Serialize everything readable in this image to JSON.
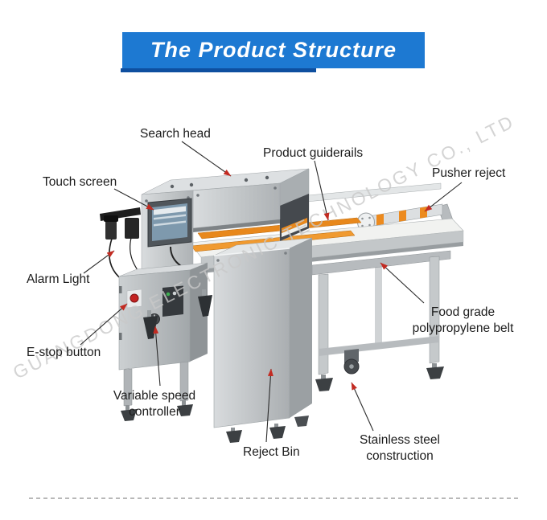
{
  "banner": {
    "title": "The Product Structure"
  },
  "watermark": {
    "text": "GUANGDONG ELECTRONIC TECHNOLOGY CO., LTD"
  },
  "colors": {
    "banner-bg": "#1d79d2",
    "banner-accent": "#0e4f9f",
    "arrow": "#c22b22",
    "guiderail-orange": "#ec8a1e",
    "label-text": "#1c1c1c",
    "watermark": "#c9c9c9"
  },
  "labels": [
    {
      "id": "search-head",
      "text": "Search head"
    },
    {
      "id": "product-guiderails",
      "text": "Product guiderails"
    },
    {
      "id": "pusher-reject",
      "text": "Pusher reject"
    },
    {
      "id": "touch-screen",
      "text": "Touch screen"
    },
    {
      "id": "alarm-light",
      "text": "Alarm Light"
    },
    {
      "id": "e-stop-button",
      "text": "E-stop button"
    },
    {
      "id": "variable-speed-controller",
      "text": "Variable speed\ncontroller"
    },
    {
      "id": "food-grade-belt",
      "text": "Food grade\npolypropylene belt"
    },
    {
      "id": "reject-bin",
      "text": "Reject Bin"
    },
    {
      "id": "stainless-steel-construction",
      "text": "Stainless steel\nconstruction"
    }
  ]
}
